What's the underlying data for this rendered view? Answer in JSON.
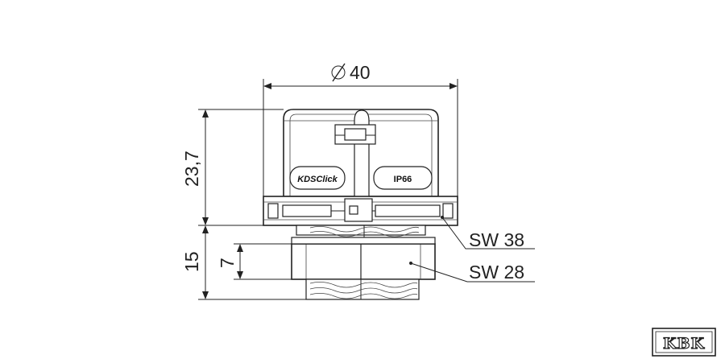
{
  "dimensions": {
    "diameter": "40",
    "height_top": "23,7",
    "height_bottom": "15",
    "nut_height": "7"
  },
  "callouts": {
    "sw_upper": "SW 38",
    "sw_lower": "SW 28"
  },
  "product_labels": {
    "brand": "KDSClick",
    "rating": "IP66"
  },
  "logo": {
    "text": "KBK"
  }
}
